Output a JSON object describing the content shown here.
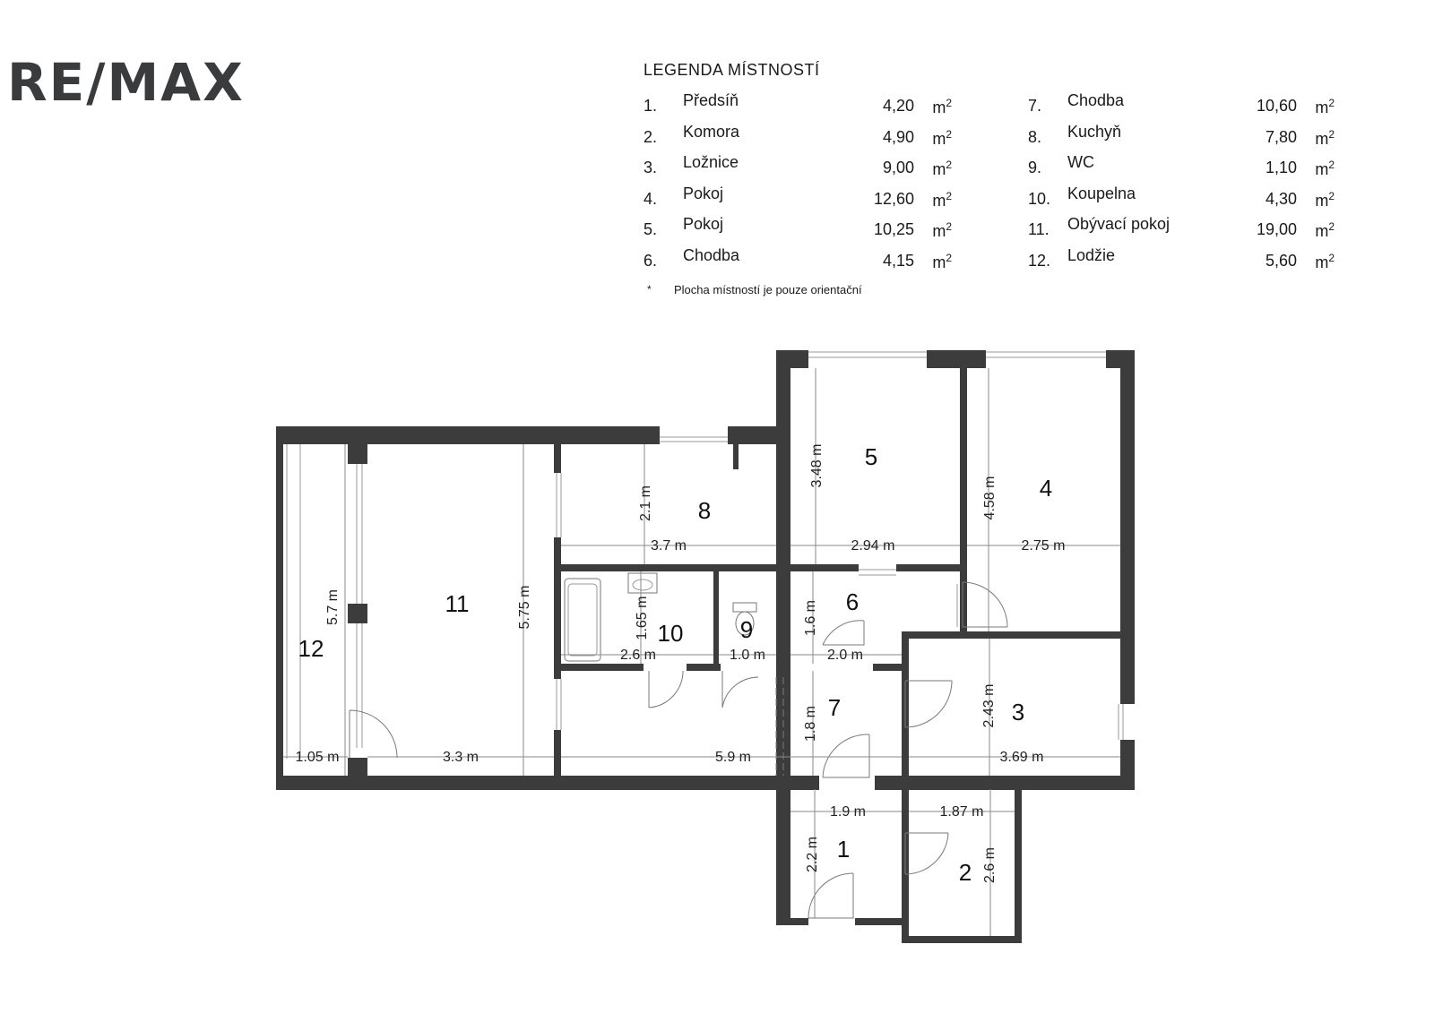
{
  "brand": {
    "logo_text": "RE/MAX"
  },
  "legend": {
    "title": "LEGENDA MÍSTNOSTÍ",
    "unit": "m",
    "unit_sup": "2",
    "rooms": [
      {
        "num": "1.",
        "name": "Předsíň",
        "area": "4,20"
      },
      {
        "num": "2.",
        "name": "Komora",
        "area": "4,90"
      },
      {
        "num": "3.",
        "name": "Ložnice",
        "area": "9,00"
      },
      {
        "num": "4.",
        "name": "Pokoj",
        "area": "12,60"
      },
      {
        "num": "5.",
        "name": "Pokoj",
        "area": "10,25"
      },
      {
        "num": "6.",
        "name": "Chodba",
        "area": "4,15"
      },
      {
        "num": "7.",
        "name": "Chodba",
        "area": "10,60"
      },
      {
        "num": "8.",
        "name": "Kuchyň",
        "area": "7,80"
      },
      {
        "num": "9.",
        "name": "WC",
        "area": "1,10"
      },
      {
        "num": "10.",
        "name": "Koupelna",
        "area": "4,30"
      },
      {
        "num": "11.",
        "name": "Obývací pokoj",
        "area": "19,00"
      },
      {
        "num": "12.",
        "name": "Lodžie",
        "area": "5,60"
      }
    ],
    "note_mark": "*",
    "note": "Plocha místností je pouze orientační"
  },
  "plan": {
    "room_labels": [
      "1",
      "2",
      "3",
      "4",
      "5",
      "6",
      "7",
      "8",
      "9",
      "10",
      "11",
      "12"
    ],
    "dimensions": [
      "3.48 m",
      "2.94 m",
      "4.58 m",
      "2.75 m",
      "2.1 m",
      "3.7 m",
      "1.65 m",
      "2.6 m",
      "1.0 m",
      "1.6 m",
      "2.0 m",
      "5.7 m",
      "5.75 m",
      "1.05 m",
      "3.3 m",
      "5.9 m",
      "1.8 m",
      "2.43 m",
      "3.69 m",
      "1.9 m",
      "1.87 m",
      "2.2 m",
      "2.6 m"
    ]
  }
}
